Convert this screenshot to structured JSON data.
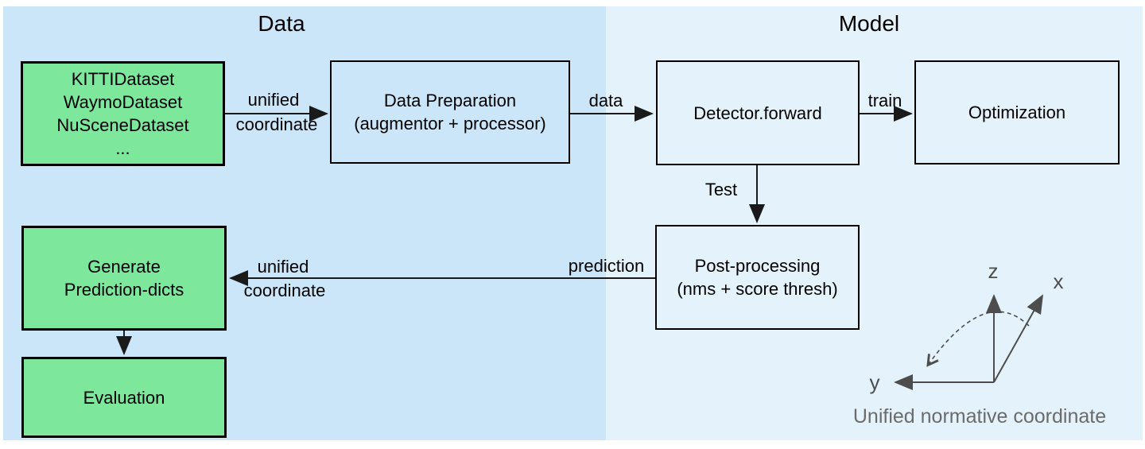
{
  "regions": {
    "data": {
      "title": "Data"
    },
    "model": {
      "title": "Model"
    }
  },
  "nodes": {
    "datasets": {
      "label": "KITTIDataset\nWaymoDataset\nNuSceneDataset\n..."
    },
    "data_preparation": {
      "label": "Data Preparation\n(augmentor + processor)"
    },
    "detector_forward": {
      "label": "Detector.forward"
    },
    "optimization": {
      "label": "Optimization"
    },
    "post_processing": {
      "label": "Post-processing\n(nms + score thresh)"
    },
    "generate_prediction_dicts": {
      "label": "Generate\nPrediction-dicts"
    },
    "evaluation": {
      "label": "Evaluation"
    }
  },
  "edge_labels": {
    "datasets_to_prep_top": "unified",
    "datasets_to_prep_bottom": "coordinate",
    "prep_to_detector": "data",
    "detector_to_optimization": "train",
    "detector_to_post": "Test",
    "post_to_generate": "prediction",
    "post_to_generate_top": "unified",
    "post_to_generate_bottom": "coordinate"
  },
  "axes": {
    "z": "z",
    "x": "x",
    "y": "y",
    "caption": "Unified normative coordinate"
  },
  "colors": {
    "region_data_bg": "#cae6f8",
    "region_model_bg": "#e4f2fb",
    "green_node_fill": "#7de79c",
    "node_border": "#000000",
    "arrow": "#1a1a1a",
    "axes_gray": "#4d4d4d",
    "caption_gray": "#6b6b6b"
  }
}
